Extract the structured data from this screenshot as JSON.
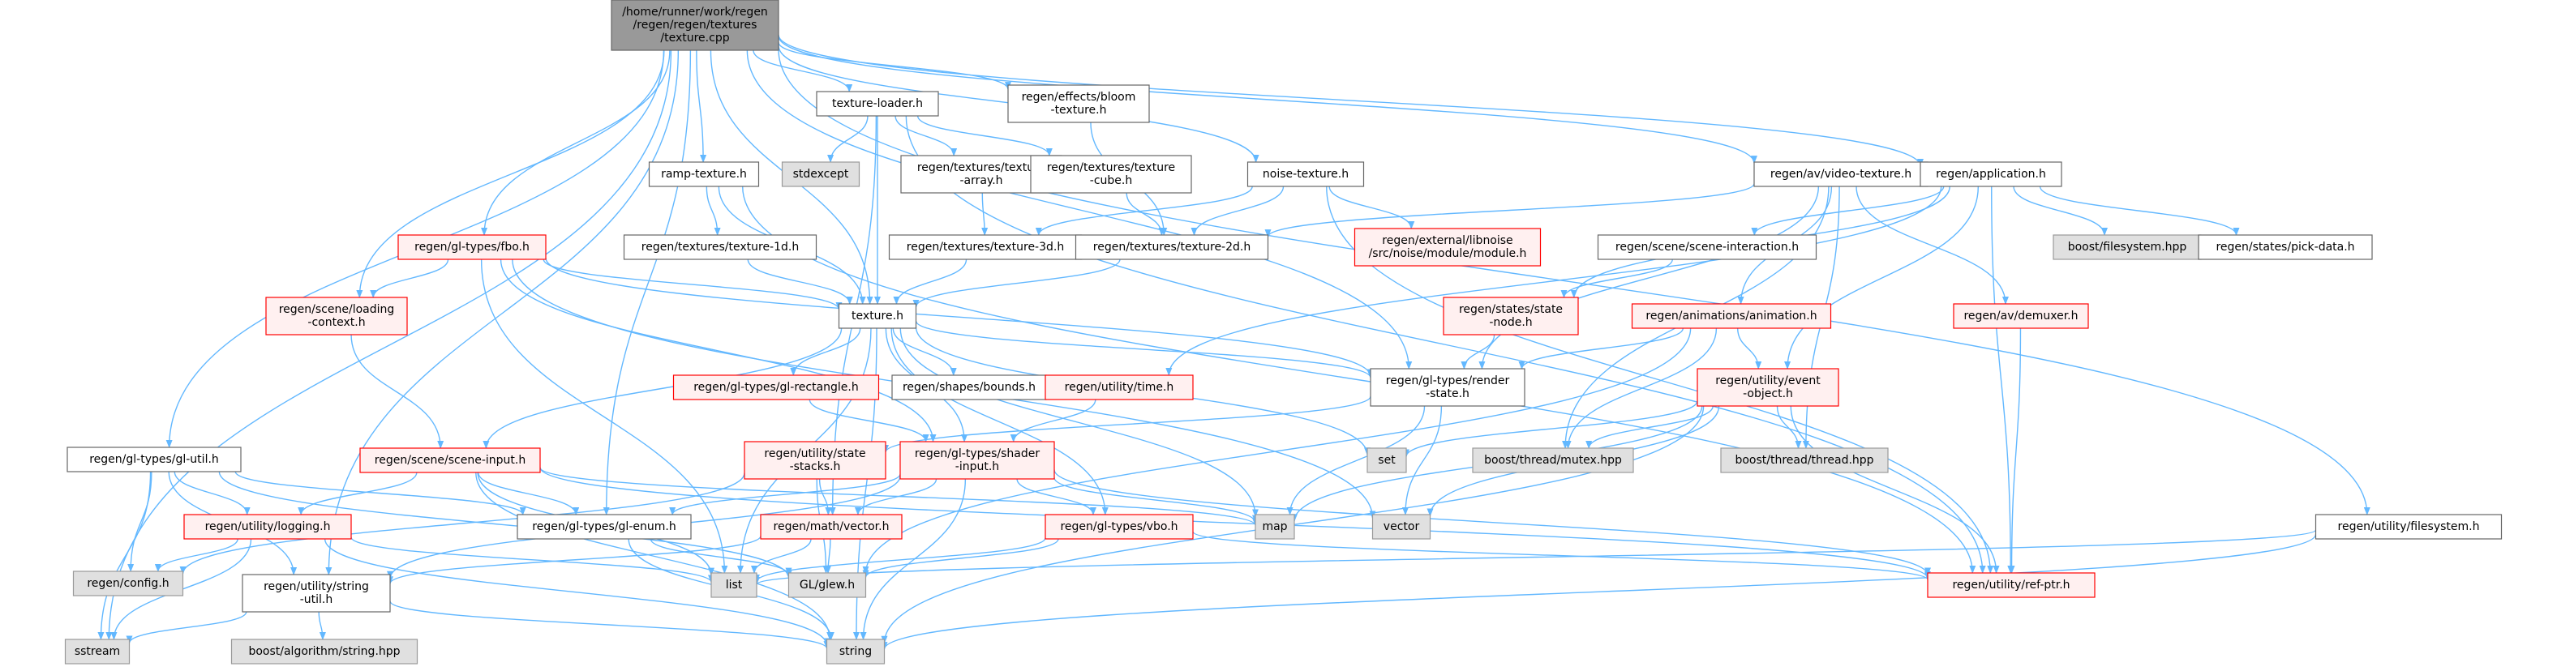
{
  "diagram": {
    "type": "include-dependency-graph",
    "colors": {
      "root_fill": "#999999",
      "root_stroke": "#666666",
      "local_fill": "#ffffff",
      "local_stroke": "#666666",
      "error_fill": "#fff0f0",
      "error_stroke": "#ff0000",
      "system_fill": "#e0e0e0",
      "system_stroke": "#999999",
      "edge": "#63b8ff"
    },
    "nodes": [
      {
        "id": "root",
        "kind": "root",
        "lines": [
          "/home/runner/work/regen",
          "/regen/regen/textures",
          "/texture.cpp"
        ]
      },
      {
        "id": "sstream",
        "kind": "system",
        "lines": [
          "sstream"
        ]
      },
      {
        "id": "gl_util",
        "kind": "local",
        "lines": [
          "regen/gl-types/gl-util.h"
        ]
      },
      {
        "id": "logging",
        "kind": "error",
        "lines": [
          "regen/utility/logging.h"
        ]
      },
      {
        "id": "config",
        "kind": "system",
        "lines": [
          "regen/config.h"
        ]
      },
      {
        "id": "string_util",
        "kind": "local",
        "lines": [
          "regen/utility/string",
          "-util.h"
        ]
      },
      {
        "id": "boost_algo",
        "kind": "system",
        "lines": [
          "boost/algorithm/string.hpp"
        ]
      },
      {
        "id": "string",
        "kind": "system",
        "lines": [
          "string"
        ]
      },
      {
        "id": "fbo",
        "kind": "error",
        "lines": [
          "regen/gl-types/fbo.h"
        ]
      },
      {
        "id": "loading_ctx",
        "kind": "error",
        "lines": [
          "regen/scene/loading",
          "-context.h"
        ]
      },
      {
        "id": "scene_input",
        "kind": "error",
        "lines": [
          "regen/scene/scene-input.h"
        ]
      },
      {
        "id": "gl_enum",
        "kind": "local",
        "lines": [
          "regen/gl-types/gl-enum.h"
        ]
      },
      {
        "id": "list",
        "kind": "system",
        "lines": [
          "list"
        ]
      },
      {
        "id": "glew",
        "kind": "system",
        "lines": [
          "GL/glew.h"
        ]
      },
      {
        "id": "ramp",
        "kind": "local",
        "lines": [
          "ramp-texture.h"
        ]
      },
      {
        "id": "tex1d",
        "kind": "local",
        "lines": [
          "regen/textures/texture-1d.h"
        ]
      },
      {
        "id": "texture_loader",
        "kind": "local",
        "lines": [
          "texture-loader.h"
        ]
      },
      {
        "id": "stdexcept",
        "kind": "system",
        "lines": [
          "stdexcept"
        ]
      },
      {
        "id": "tex_array",
        "kind": "local",
        "lines": [
          "regen/textures/texture",
          "-array.h"
        ]
      },
      {
        "id": "tex_cube",
        "kind": "local",
        "lines": [
          "regen/textures/texture",
          "-cube.h"
        ]
      },
      {
        "id": "bloom",
        "kind": "local",
        "lines": [
          "regen/effects/bloom",
          "-texture.h"
        ]
      },
      {
        "id": "texture_h",
        "kind": "local",
        "lines": [
          "texture.h"
        ]
      },
      {
        "id": "gl_rect",
        "kind": "error",
        "lines": [
          "regen/gl-types/gl-rectangle.h"
        ]
      },
      {
        "id": "shapes_bounds",
        "kind": "local",
        "lines": [
          "regen/shapes/bounds.h"
        ]
      },
      {
        "id": "state_stacks",
        "kind": "error",
        "lines": [
          "regen/utility/state",
          "-stacks.h"
        ]
      },
      {
        "id": "shader_input",
        "kind": "error",
        "lines": [
          "regen/gl-types/shader",
          "-input.h"
        ]
      },
      {
        "id": "math_vector",
        "kind": "error",
        "lines": [
          "regen/math/vector.h"
        ]
      },
      {
        "id": "vbo",
        "kind": "error",
        "lines": [
          "regen/gl-types/vbo.h"
        ]
      },
      {
        "id": "util_time",
        "kind": "error",
        "lines": [
          "regen/utility/time.h"
        ]
      },
      {
        "id": "noise",
        "kind": "local",
        "lines": [
          "noise-texture.h"
        ]
      },
      {
        "id": "tex3d",
        "kind": "local",
        "lines": [
          "regen/textures/texture-3d.h"
        ]
      },
      {
        "id": "tex2d",
        "kind": "local",
        "lines": [
          "regen/textures/texture-2d.h"
        ]
      },
      {
        "id": "libnoise",
        "kind": "error",
        "lines": [
          "regen/external/libnoise",
          "/src/noise/module/module.h"
        ]
      },
      {
        "id": "render_state",
        "kind": "local",
        "lines": [
          "regen/gl-types/render",
          "-state.h"
        ]
      },
      {
        "id": "set",
        "kind": "system",
        "lines": [
          "set"
        ]
      },
      {
        "id": "map",
        "kind": "system",
        "lines": [
          "map"
        ]
      },
      {
        "id": "vector",
        "kind": "system",
        "lines": [
          "vector"
        ]
      },
      {
        "id": "video_tex",
        "kind": "local",
        "lines": [
          "regen/av/video-texture.h"
        ]
      },
      {
        "id": "scene_interaction",
        "kind": "local",
        "lines": [
          "regen/scene/scene-interaction.h"
        ]
      },
      {
        "id": "state_node",
        "kind": "error",
        "lines": [
          "regen/states/state",
          "-node.h"
        ]
      },
      {
        "id": "animation",
        "kind": "error",
        "lines": [
          "regen/animations/animation.h"
        ]
      },
      {
        "id": "event_object",
        "kind": "error",
        "lines": [
          "regen/utility/event",
          "-object.h"
        ]
      },
      {
        "id": "boost_mutex",
        "kind": "system",
        "lines": [
          "boost/thread/mutex.hpp"
        ]
      },
      {
        "id": "boost_thread",
        "kind": "system",
        "lines": [
          "boost/thread/thread.hpp"
        ]
      },
      {
        "id": "application",
        "kind": "local",
        "lines": [
          "regen/application.h"
        ]
      },
      {
        "id": "boost_fs",
        "kind": "system",
        "lines": [
          "boost/filesystem.hpp"
        ]
      },
      {
        "id": "pick_data",
        "kind": "local",
        "lines": [
          "regen/states/pick-data.h"
        ]
      },
      {
        "id": "demuxer",
        "kind": "error",
        "lines": [
          "regen/av/demuxer.h"
        ]
      },
      {
        "id": "ref_ptr",
        "kind": "error",
        "lines": [
          "regen/utility/ref-ptr.h"
        ]
      },
      {
        "id": "filesystem",
        "kind": "local",
        "lines": [
          "regen/utility/filesystem.h"
        ]
      }
    ],
    "edges": [
      [
        "root",
        "sstream"
      ],
      [
        "root",
        "gl_util"
      ],
      [
        "root",
        "string_util"
      ],
      [
        "root",
        "fbo"
      ],
      [
        "root",
        "loading_ctx"
      ],
      [
        "root",
        "gl_enum"
      ],
      [
        "root",
        "ramp"
      ],
      [
        "root",
        "texture_loader"
      ],
      [
        "root",
        "bloom"
      ],
      [
        "root",
        "texture_h"
      ],
      [
        "root",
        "noise"
      ],
      [
        "root",
        "render_state"
      ],
      [
        "root",
        "video_tex"
      ],
      [
        "root",
        "application"
      ],
      [
        "root",
        "filesystem"
      ],
      [
        "gl_util",
        "logging"
      ],
      [
        "gl_util",
        "config"
      ],
      [
        "gl_util",
        "gl_enum"
      ],
      [
        "gl_util",
        "glew"
      ],
      [
        "gl_util",
        "sstream"
      ],
      [
        "gl_util",
        "string_util"
      ],
      [
        "logging",
        "config"
      ],
      [
        "logging",
        "list"
      ],
      [
        "logging",
        "sstream"
      ],
      [
        "logging",
        "string"
      ],
      [
        "string_util",
        "sstream"
      ],
      [
        "string_util",
        "boost_algo"
      ],
      [
        "string_util",
        "string"
      ],
      [
        "fbo",
        "loading_ctx"
      ],
      [
        "fbo",
        "texture_h"
      ],
      [
        "fbo",
        "render_state"
      ],
      [
        "fbo",
        "shader_input"
      ],
      [
        "fbo",
        "list"
      ],
      [
        "fbo",
        "vector"
      ],
      [
        "loading_ctx",
        "scene_input"
      ],
      [
        "scene_input",
        "logging"
      ],
      [
        "scene_input",
        "gl_enum"
      ],
      [
        "scene_input",
        "list"
      ],
      [
        "scene_input",
        "map"
      ],
      [
        "scene_input",
        "string"
      ],
      [
        "scene_input",
        "ref_ptr"
      ],
      [
        "gl_enum",
        "glew"
      ],
      [
        "gl_enum",
        "string"
      ],
      [
        "ramp",
        "tex1d"
      ],
      [
        "ramp",
        "texture_h"
      ],
      [
        "ramp",
        "ref_ptr"
      ],
      [
        "tex1d",
        "texture_h"
      ],
      [
        "texture_loader",
        "stdexcept"
      ],
      [
        "texture_loader",
        "tex_array"
      ],
      [
        "texture_loader",
        "tex_cube"
      ],
      [
        "texture_loader",
        "texture_h"
      ],
      [
        "texture_loader",
        "math_vector"
      ],
      [
        "texture_loader",
        "ref_ptr"
      ],
      [
        "tex_array",
        "tex3d"
      ],
      [
        "tex_cube",
        "tex2d"
      ],
      [
        "bloom",
        "tex2d"
      ],
      [
        "texture_h",
        "gl_rect"
      ],
      [
        "texture_h",
        "shapes_bounds"
      ],
      [
        "texture_h",
        "scene_input"
      ],
      [
        "texture_h",
        "render_state"
      ],
      [
        "texture_h",
        "shader_input"
      ],
      [
        "texture_h",
        "vbo"
      ],
      [
        "texture_h",
        "set"
      ],
      [
        "texture_h",
        "map"
      ],
      [
        "texture_h",
        "list"
      ],
      [
        "texture_h",
        "string"
      ],
      [
        "gl_rect",
        "shader_input"
      ],
      [
        "shader_input",
        "gl_enum"
      ],
      [
        "shader_input",
        "math_vector"
      ],
      [
        "shader_input",
        "vbo"
      ],
      [
        "shader_input",
        "string_util"
      ],
      [
        "shader_input",
        "string"
      ],
      [
        "shader_input",
        "map"
      ],
      [
        "shader_input",
        "ref_ptr"
      ],
      [
        "state_stacks",
        "math_vector"
      ],
      [
        "state_stacks",
        "glew"
      ],
      [
        "state_stacks",
        "config"
      ],
      [
        "math_vector",
        "string_util"
      ],
      [
        "math_vector",
        "glew"
      ],
      [
        "math_vector",
        "list"
      ],
      [
        "vbo",
        "list"
      ],
      [
        "vbo",
        "glew"
      ],
      [
        "vbo",
        "ref_ptr"
      ],
      [
        "util_time",
        "shader_input"
      ],
      [
        "noise",
        "tex2d"
      ],
      [
        "noise",
        "tex3d"
      ],
      [
        "noise",
        "libnoise"
      ],
      [
        "noise",
        "ref_ptr"
      ],
      [
        "tex3d",
        "texture_h"
      ],
      [
        "tex2d",
        "texture_h"
      ],
      [
        "render_state",
        "state_stacks"
      ],
      [
        "render_state",
        "map"
      ],
      [
        "render_state",
        "vector"
      ],
      [
        "video_tex",
        "tex2d"
      ],
      [
        "video_tex",
        "animation"
      ],
      [
        "video_tex",
        "demuxer"
      ],
      [
        "video_tex",
        "boost_thread"
      ],
      [
        "video_tex",
        "boost_mutex"
      ],
      [
        "video_tex",
        "render_state"
      ],
      [
        "application",
        "scene_interaction"
      ],
      [
        "application",
        "state_node"
      ],
      [
        "application",
        "event_object"
      ],
      [
        "application",
        "boost_fs"
      ],
      [
        "application",
        "pick_data"
      ],
      [
        "application",
        "util_time"
      ],
      [
        "application",
        "ref_ptr"
      ],
      [
        "scene_interaction",
        "state_node"
      ],
      [
        "state_node",
        "render_state"
      ],
      [
        "animation",
        "event_object"
      ],
      [
        "animation",
        "render_state"
      ],
      [
        "animation",
        "boost_mutex"
      ],
      [
        "animation",
        "glew"
      ],
      [
        "event_object",
        "set"
      ],
      [
        "event_object",
        "map"
      ],
      [
        "event_object",
        "vector"
      ],
      [
        "event_object",
        "boost_mutex"
      ],
      [
        "event_object",
        "boost_thread"
      ],
      [
        "event_object",
        "string"
      ],
      [
        "event_object",
        "ref_ptr"
      ],
      [
        "demuxer",
        "ref_ptr"
      ],
      [
        "filesystem",
        "list"
      ],
      [
        "filesystem",
        "string"
      ]
    ]
  }
}
